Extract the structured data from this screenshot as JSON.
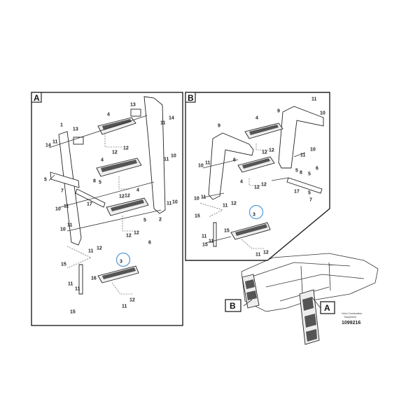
{
  "panel_a": {
    "letter": "A",
    "labels": [
      "1",
      "13",
      "4",
      "13",
      "11",
      "14",
      "14",
      "11",
      "12",
      "12",
      "4",
      "11",
      "10",
      "5",
      "7",
      "8",
      "5",
      "12",
      "12",
      "4",
      "11",
      "10",
      "10",
      "11",
      "17",
      "2",
      "5",
      "12",
      "12",
      "6",
      "10",
      "11",
      "11",
      "12",
      "3",
      "15",
      "11",
      "16",
      "11",
      "15",
      "11",
      "12"
    ],
    "highlighted_part": "3"
  },
  "panel_b": {
    "letter": "B",
    "labels": [
      "11",
      "9",
      "10",
      "4",
      "9",
      "12",
      "12",
      "10",
      "11",
      "10",
      "11",
      "6",
      "6",
      "5",
      "8",
      "5",
      "4",
      "12",
      "12",
      "17",
      "5",
      "7",
      "10",
      "11",
      "11",
      "12",
      "3",
      "15",
      "15",
      "11",
      "15",
      "11",
      "11",
      "12"
    ],
    "highlighted_part": "3"
  },
  "overview": {
    "callout_b": "B",
    "callout_a": "A"
  },
  "caption": {
    "line1": "Volvo Construction",
    "line2": "Equipment",
    "number": "1099216"
  },
  "colors": {
    "highlight_circle": "#5b9bd5",
    "line": "#333333"
  }
}
